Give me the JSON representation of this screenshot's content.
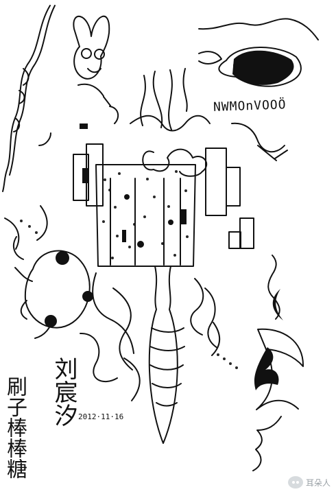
{
  "artwork": {
    "title_vertical": "刷子棒棒糖",
    "author": "刘宸汐",
    "date": "2012·11·16",
    "decorative_text": "NWMOnVOOÖ"
  },
  "watermark": {
    "label": "耳朵人",
    "icon": "chat-bubble-icon"
  },
  "colors": {
    "ink": "#111111",
    "paper": "#ffffff",
    "watermark": "#9aa1a6"
  }
}
